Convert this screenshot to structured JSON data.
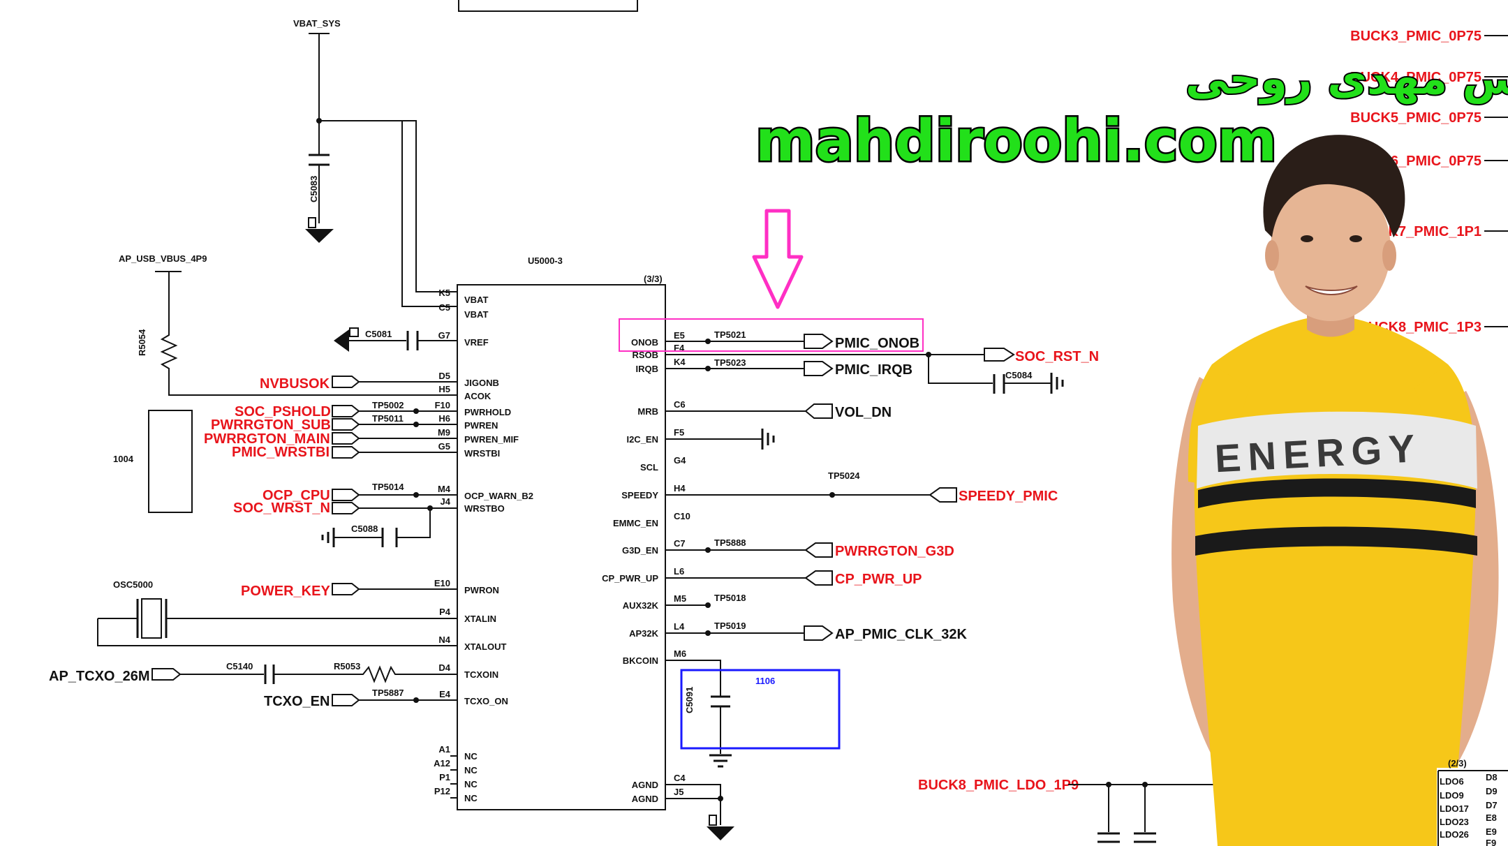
{
  "branding": {
    "name_fa": "مهندس مهدی روحی",
    "website": "mahdiroohi.com"
  },
  "colors": {
    "net_label_red": "#e8141b",
    "brand_green": "#22e01a",
    "highlight_magenta": "#ff2fc4",
    "region_blue": "#1a1aff",
    "shirt_yellow": "#f6c719"
  },
  "chip": {
    "refdes": "U5000-3",
    "part": "(3/3)",
    "left_pins": [
      {
        "id": "K5",
        "name": "VBAT"
      },
      {
        "id": "C5",
        "name": "VBAT"
      },
      {
        "id": "G7",
        "name": "VREF"
      },
      {
        "id": "D5",
        "name": "JIGONB"
      },
      {
        "id": "H5",
        "name": "ACOK"
      },
      {
        "id": "F10",
        "name": "PWRHOLD"
      },
      {
        "id": "H6",
        "name": "PWREN"
      },
      {
        "id": "M9",
        "name": "PWREN_MIF"
      },
      {
        "id": "G5",
        "name": "WRSTBI"
      },
      {
        "id": "M4",
        "name": "OCP_WARN_B2"
      },
      {
        "id": "J4",
        "name": "WRSTBO"
      },
      {
        "id": "E10",
        "name": "PWRON"
      },
      {
        "id": "P4",
        "name": "XTALIN"
      },
      {
        "id": "N4",
        "name": "XTALOUT"
      },
      {
        "id": "D4",
        "name": "TCXOIN"
      },
      {
        "id": "E4",
        "name": "TCXO_ON"
      },
      {
        "id": "A1",
        "name": "NC"
      },
      {
        "id": "A12",
        "name": "NC"
      },
      {
        "id": "P1",
        "name": "NC"
      },
      {
        "id": "P12",
        "name": "NC"
      }
    ],
    "right_pins": [
      {
        "id": "E5",
        "name": "ONOB"
      },
      {
        "id": "F4",
        "name": "RSOB"
      },
      {
        "id": "K4",
        "name": "IRQB"
      },
      {
        "id": "C6",
        "name": "MRB"
      },
      {
        "id": "F5",
        "name": "I2C_EN"
      },
      {
        "id": "G4",
        "name": "SCL"
      },
      {
        "id": "H4",
        "name": "SPEEDY"
      },
      {
        "id": "C10",
        "name": "EMMC_EN"
      },
      {
        "id": "C7",
        "name": "G3D_EN"
      },
      {
        "id": "L6",
        "name": "CP_PWR_UP"
      },
      {
        "id": "M5",
        "name": "AUX32K"
      },
      {
        "id": "L4",
        "name": "AP32K"
      },
      {
        "id": "M6",
        "name": "BKCOIN"
      },
      {
        "id": "C4",
        "name": "AGND"
      },
      {
        "id": "J5",
        "name": "AGND"
      }
    ]
  },
  "left_nets": {
    "vbat_sys": "VBAT_SYS",
    "c5083": "C5083",
    "ap_usb_vbus": "AP_USB_VBUS_4P9",
    "r5054": "R5054",
    "c5081": "C5081",
    "nvbusok": "NVBUSOK",
    "soc_pshold": "SOC_PSHOLD",
    "pwrrgton_sub": "PWRRGTON_SUB",
    "pwrrgton_main": "PWRRGTON_MAIN",
    "pmic_wrstbi": "PMIC_WRSTBI",
    "tp5002": "TP5002",
    "tp5011": "TP5011",
    "region_1004": "1004",
    "ocp_cpu": "OCP_CPU",
    "soc_wrst_n": "SOC_WRST_N",
    "tp5014": "TP5014",
    "c5088": "C5088",
    "osc5000": "OSC5000",
    "power_key": "POWER_KEY",
    "ap_tcxo": "AP_TCXO_26M",
    "c5140": "C5140",
    "r5053": "R5053",
    "tcxo_en": "TCXO_EN",
    "tp5887": "TP5887"
  },
  "right_nets": {
    "tp5021": "TP5021",
    "pmic_onob": "PMIC_ONOB",
    "soc_rst_n": "SOC_RST_N",
    "tp5023": "TP5023",
    "pmic_irqb": "PMIC_IRQB",
    "c5084": "C5084",
    "vol_dn": "VOL_DN",
    "tp5024": "TP5024",
    "speedy_pmic": "SPEEDY_PMIC",
    "tp5888": "TP5888",
    "pwrrgton_g3d": "PWRRGTON_G3D",
    "cp_pwr_up": "CP_PWR_UP",
    "tp5018": "TP5018",
    "tp5019": "TP5019",
    "ap_pmic_clk": "AP_PMIC_CLK_32K",
    "c5091": "C5091",
    "region_1106": "1106"
  },
  "far_right": {
    "bucks": [
      "BUCK3_PMIC_0P75",
      "BUCK4_PMIC_0P75",
      "BUCK5_PMIC_0P75",
      "BUCK6_PMIC_0P75",
      "BUCK7_PMIC_1P1",
      "BUCK8_PMIC_1P3"
    ],
    "buck8_ldo": "BUCK8_PMIC_LDO_1P9",
    "part_2_3": "(2/3)",
    "ldo_names": [
      "LDO6",
      "LDO9",
      "LDO17",
      "LDO23",
      "LDO26"
    ],
    "ldo_pins": [
      "D8",
      "D9",
      "D7",
      "E8",
      "E9",
      "F9"
    ]
  }
}
